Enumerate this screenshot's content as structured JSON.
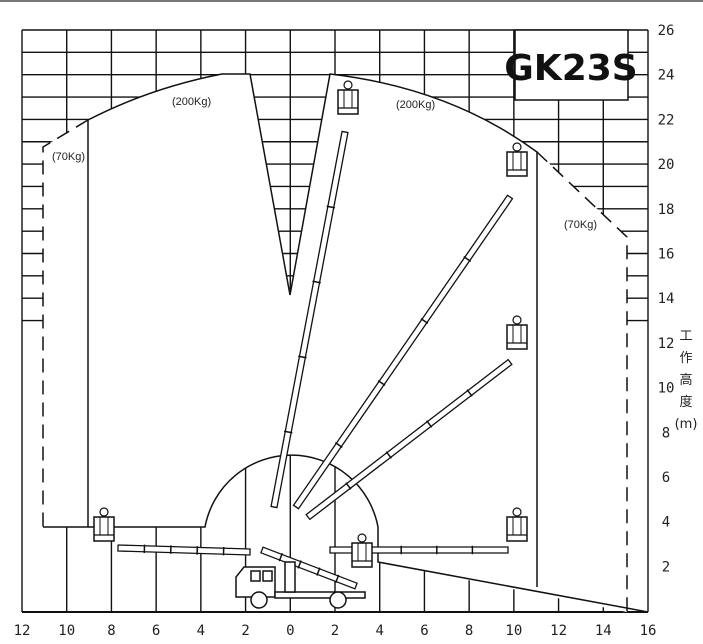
{
  "diagram": {
    "title": "GK23S",
    "x_axis_ticks": [
      "12",
      "10",
      "8",
      "6",
      "4",
      "2",
      "0",
      "2",
      "4",
      "6",
      "8",
      "10",
      "12",
      "14",
      "16"
    ],
    "y_axis_ticks": [
      "26",
      "24",
      "22",
      "20",
      "18",
      "16",
      "14",
      "12",
      "10",
      "8",
      "6",
      "4",
      "2"
    ],
    "y_axis_label_chars": [
      "工",
      "作",
      "高",
      "度",
      "(m)"
    ],
    "load_labels": {
      "left_inner": "(200Kg)",
      "right_inner": "(200Kg)",
      "left_outer": "(70Kg)",
      "right_outer": "(70Kg)"
    }
  }
}
